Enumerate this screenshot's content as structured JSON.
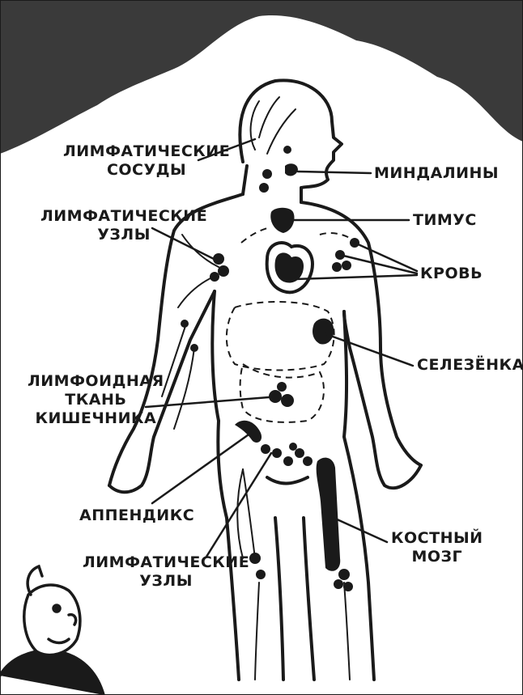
{
  "colors": {
    "ink": "#1a1a1a",
    "paper": "#ffffff",
    "background_rock": "#3a3a3a"
  },
  "labels": {
    "lymph_vessels": [
      "ЛИМФАТИЧЕСКИЕ",
      "СОСУДЫ"
    ],
    "tonsils": "МИНДАЛИНЫ",
    "lymph_nodes_upper": [
      "ЛИМФАТИЧЕСКИЕ",
      "УЗЛЫ"
    ],
    "thymus": "ТИМУС",
    "blood": "КРОВЬ",
    "spleen": "СЕЛЕЗЁНКА",
    "gut_tissue": [
      "ЛИМФОИДНАЯ",
      "ТКАНЬ",
      "КИШЕЧНИКА"
    ],
    "appendix": "АППЕНДИКС",
    "bone_marrow": [
      "КОСТНЫЙ",
      "МОЗГ"
    ],
    "lymph_nodes_lower": [
      "ЛИМФАТИЧЕСКИЕ",
      "УЗЛЫ"
    ]
  }
}
